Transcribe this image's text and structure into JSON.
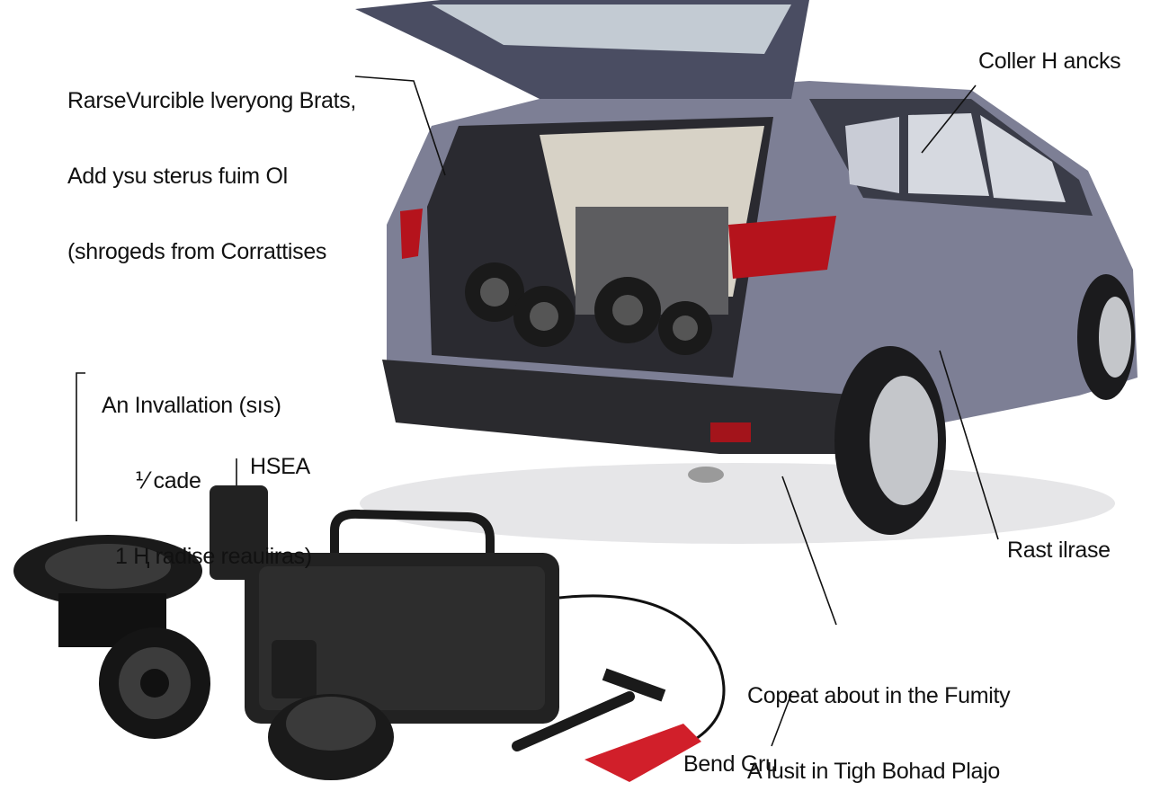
{
  "labels": {
    "top_left": [
      "RarseVurcible lveryong Brats,",
      "Add ysu sterus fuim Ol",
      "(shrogeds from Corrattises"
    ],
    "top_right": "Coller H ancks",
    "middle_left": [
      "An Invallation (sıs)",
      "⅟ cade",
      "1 Ⱨ radise reauiiras)"
    ],
    "hsea": "HSEA",
    "right_mid": "Rast ilrase",
    "bottom_right": [
      "Copeat about in the Fumity",
      "A lusit in Tigh Bohad Plajo"
    ],
    "bottom": "Bend Gru"
  },
  "colors": {
    "car_body": "#7d7f95",
    "taillight": "#b5131c",
    "speaker": "#1a1a1a",
    "tool_handle": "#d11f2a"
  }
}
